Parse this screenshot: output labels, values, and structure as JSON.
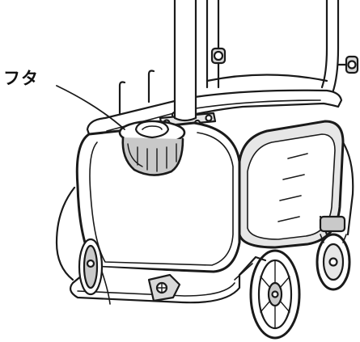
{
  "callout": {
    "label": "フタ"
  },
  "colors": {
    "line": "#1a1a1a",
    "shade_light": "#e6e6e6",
    "shade_mid": "#c9c9c9",
    "shade_dark": "#9a9a9a",
    "background": "#ffffff"
  },
  "parts": {
    "lid_label_points_to": "lid",
    "objects": [
      "cart-frame",
      "tank",
      "lid",
      "handle-pole",
      "front-wheel",
      "rear-wheel",
      "caster",
      "brake-pedal",
      "side-panel"
    ]
  }
}
